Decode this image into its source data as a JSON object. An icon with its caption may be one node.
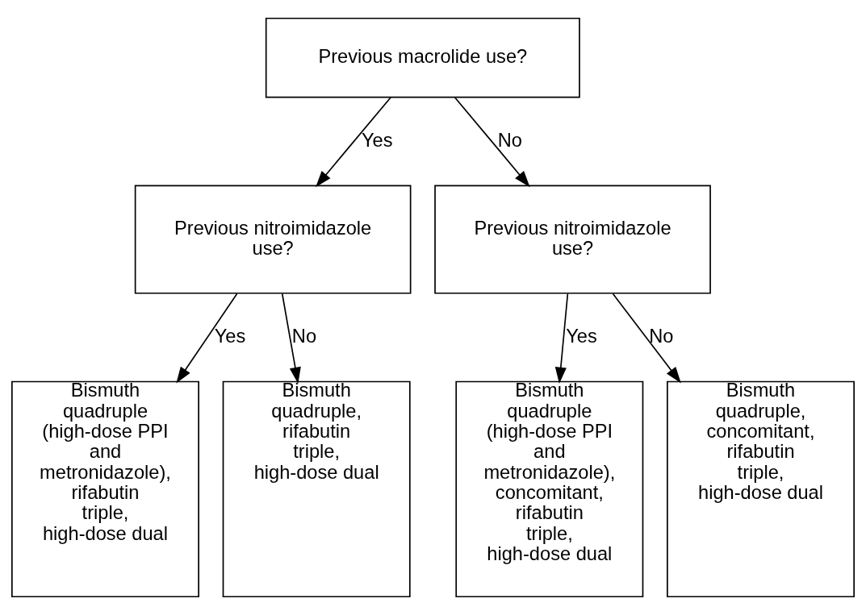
{
  "diagram": {
    "nodes": [
      {
        "text": [
          "Previous macrolide use?"
        ]
      },
      {
        "text": [
          "Previous nitroimidazole use?"
        ]
      },
      {
        "text": [
          "Previous nitroimidazole use?"
        ]
      },
      {
        "text": [
          "Bismuth quadruple (high-dose PPI and metronidazole), rifabutin triple, high-dose dual"
        ]
      },
      {
        "text": [
          "Bismuth quadruple, rifabutin triple, high-dose dual"
        ]
      },
      {
        "text": [
          "Bismuth quadruple (high-dose PPI and metronidazole), concomitant, rifabutin triple, high-dose dual"
        ]
      },
      {
        "text": [
          "Bismuth quadruple, concomitant, rifabutin triple, high-dose dual"
        ]
      }
    ],
    "edges": [
      {
        "from": 0,
        "to": 1,
        "arrow": "to",
        "label": "Yes"
      },
      {
        "from": 0,
        "to": 2,
        "arrow": "to",
        "label": "No"
      },
      {
        "from": 1,
        "to": 3,
        "arrow": "to",
        "label": "Yes"
      },
      {
        "from": 1,
        "to": 4,
        "arrow": "to",
        "label": "No"
      },
      {
        "from": 2,
        "to": 5,
        "arrow": "to",
        "label": "Yes"
      },
      {
        "from": 2,
        "to": 6,
        "arrow": "to",
        "label": "No"
      }
    ]
  }
}
